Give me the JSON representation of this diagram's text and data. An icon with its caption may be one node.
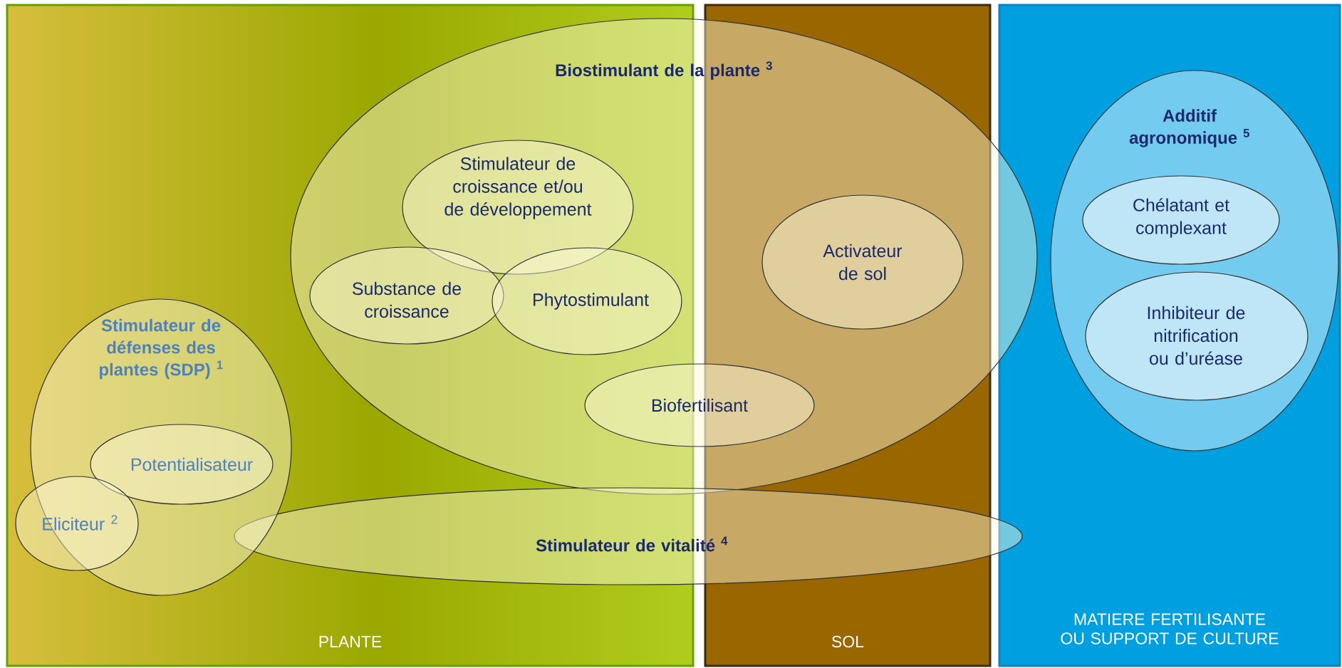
{
  "diagram": {
    "nodes": [
      {
        "text": [
          "PLANTE"
        ]
      },
      {
        "text": [
          "SOL"
        ]
      },
      {
        "text": [
          "MATIERE FERTILISANTE OU SUPPORT DE CULTURE"
        ]
      },
      {
        "text": [
          "Biostimulant de la plante $^{3}$"
        ]
      },
      {
        "text": [
          "Stimulateur de croissance et/ou de développement"
        ]
      },
      {
        "text": [
          "Substance de croissance"
        ]
      },
      {
        "text": [
          "Phytostimulant"
        ]
      },
      {
        "text": [
          "Activateur de sol"
        ]
      },
      {
        "text": [
          "Biofertilisant"
        ],
        "in": 3
      },
      {
        "text": [
          "Additif agronomique $^{5}$"
        ],
        "in": 2
      },
      {
        "text": [
          "Chélatant et complexant"
        ],
        "in": 9
      },
      {
        "text": [
          "Inhibiteur de nitrification ou d’uréase"
        ],
        "in": 9
      },
      {
        "text": [
          "Stimulateur de défenses des plantes (SDP) $^{1}$"
        ],
        "in": 0
      },
      {
        "text": [
          "Potentialisateur"
        ],
        "in": 12
      },
      {
        "text": [
          "Eliciteur $^{2}$"
        ],
        "in": 0
      },
      {
        "text": [
          "Stimulateur de vitalité $^{4}$"
        ]
      }
    ]
  }
}
